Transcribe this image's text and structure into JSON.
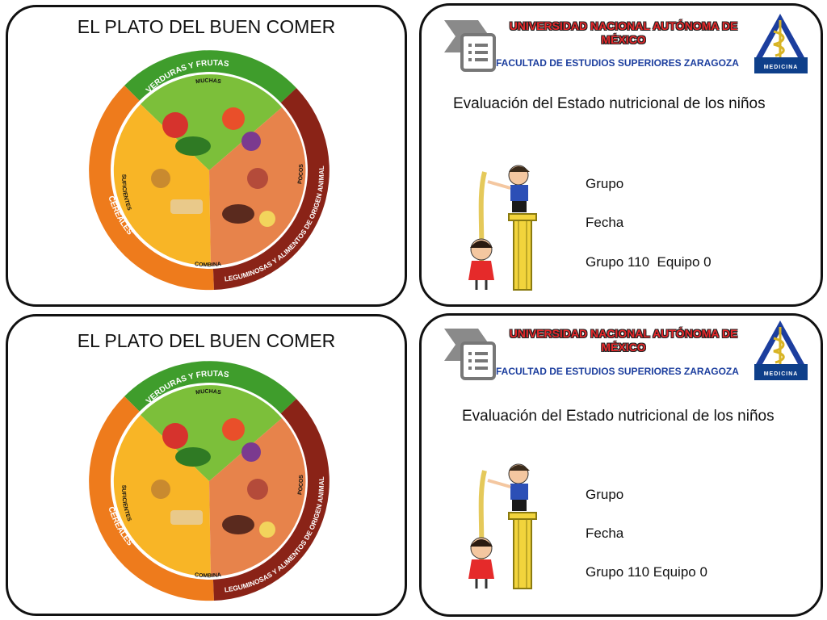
{
  "plate_cards": [
    {
      "title": "EL PLATO DEL BUEN COMER",
      "labels": {
        "veg": "VERDURAS Y FRUTAS",
        "muchas": "MUCHAS",
        "sufic": "SUFICIENTES",
        "cereales": "CEREALES",
        "combina": "COMBINA",
        "pocos": "POCOS",
        "legum": "LEGUMINOSAS Y ALIMENTOS DE ORIGEN ANIMAL"
      }
    },
    {
      "title": "EL PLATO DEL BUEN COMER",
      "labels": {
        "veg": "VERDURAS Y FRUTAS",
        "muchas": "MUCHAS",
        "sufic": "SUFICIENTES",
        "cereales": "CEREALES",
        "combina": "COMBINA",
        "pocos": "POCOS",
        "legum": "LEGUMINOSAS Y ALIMENTOS DE ORIGEN ANIMAL"
      }
    }
  ],
  "eval_cards": [
    {
      "university": "UNIVERSIDAD NACIONAL AUTÓNOMA DE MÉXICO",
      "faculty": "FACULTAD DE ESTUDIOS SUPERIORES ZARAGOZA",
      "logo_text": "MEDICINA",
      "title": "Evaluación del Estado nutricional de los niños",
      "grupo": "Grupo",
      "fecha": "Fecha",
      "grupo_equipo": "Grupo 110  Equipo 0"
    },
    {
      "university": "UNIVERSIDAD NACIONAL AUTÓNOMA DE MÉXICO",
      "faculty": "FACULTAD DE ESTUDIOS SUPERIORES ZARAGOZA",
      "logo_text": "MEDICINA",
      "title": "Evaluación del Estado nutricional de los niños",
      "grupo": "Grupo",
      "fecha": "Fecha",
      "grupo_equipo": "Grupo 110 Equipo 0"
    }
  ],
  "colors": {
    "green": "#3f9d2c",
    "orange": "#ee7b1c",
    "red": "#8a2317",
    "university_red": "#e8282b",
    "faculty_blue": "#1c3e9e"
  },
  "icons": [
    "document-icon",
    "unam-medicina-logo",
    "children-measuring-height-illustration"
  ]
}
